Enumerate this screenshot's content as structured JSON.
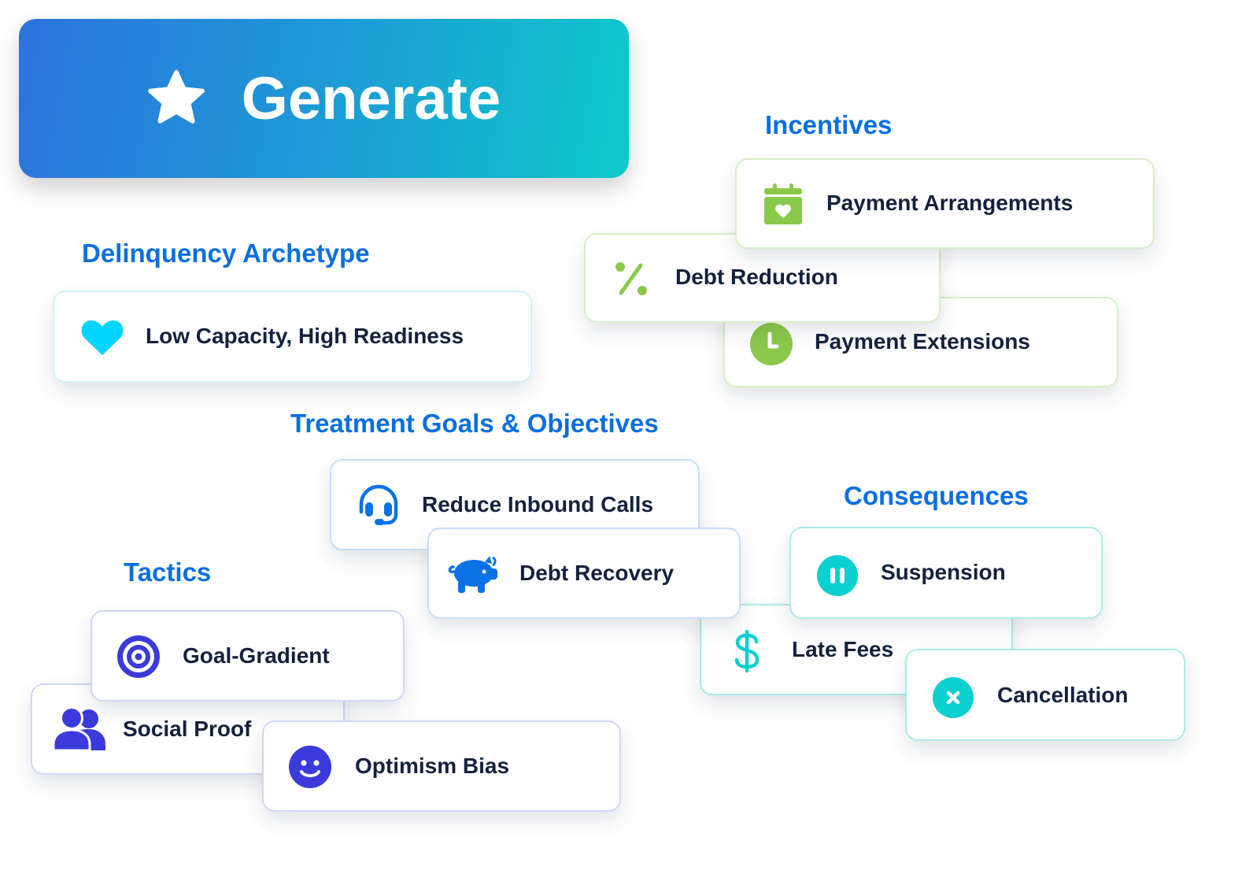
{
  "generate_button": {
    "label": "Generate",
    "icon": "star-icon"
  },
  "colors": {
    "heading": "#0A6FE0",
    "text": "#14213D",
    "incentives_icon": "#8BC94A",
    "archetype_icon": "#00D4FF",
    "treatment_icon": "#0A72E6",
    "consequences_icon": "#0CCFCF",
    "tactics_icon": "#3B3BDB",
    "gradient_start": "#2C74DD",
    "gradient_end": "#0DCACB"
  },
  "sections": {
    "incentives": {
      "title": "Incentives",
      "items": [
        {
          "label": "Payment Arrangements",
          "icon": "calendar-heart-icon"
        },
        {
          "label": "Debt Reduction",
          "icon": "percent-icon"
        },
        {
          "label": "Payment Extensions",
          "icon": "clock-icon"
        }
      ]
    },
    "archetype": {
      "title": "Delinquency Archetype",
      "items": [
        {
          "label": "Low Capacity, High Readiness",
          "icon": "heart-icon"
        }
      ]
    },
    "treatment": {
      "title": "Treatment Goals & Objectives",
      "items": [
        {
          "label": "Reduce Inbound Calls",
          "icon": "headset-icon"
        },
        {
          "label": "Debt Recovery",
          "icon": "piggy-bank-icon"
        }
      ]
    },
    "consequences": {
      "title": "Consequences",
      "items": [
        {
          "label": "Suspension",
          "icon": "pause-circle-icon"
        },
        {
          "label": "Late Fees",
          "icon": "dollar-icon"
        },
        {
          "label": "Cancellation",
          "icon": "x-circle-icon"
        }
      ]
    },
    "tactics": {
      "title": "Tactics",
      "items": [
        {
          "label": "Goal-Gradient",
          "icon": "target-icon"
        },
        {
          "label": "Social Proof",
          "icon": "users-icon"
        },
        {
          "label": "Optimism Bias",
          "icon": "smiley-icon"
        }
      ]
    }
  }
}
